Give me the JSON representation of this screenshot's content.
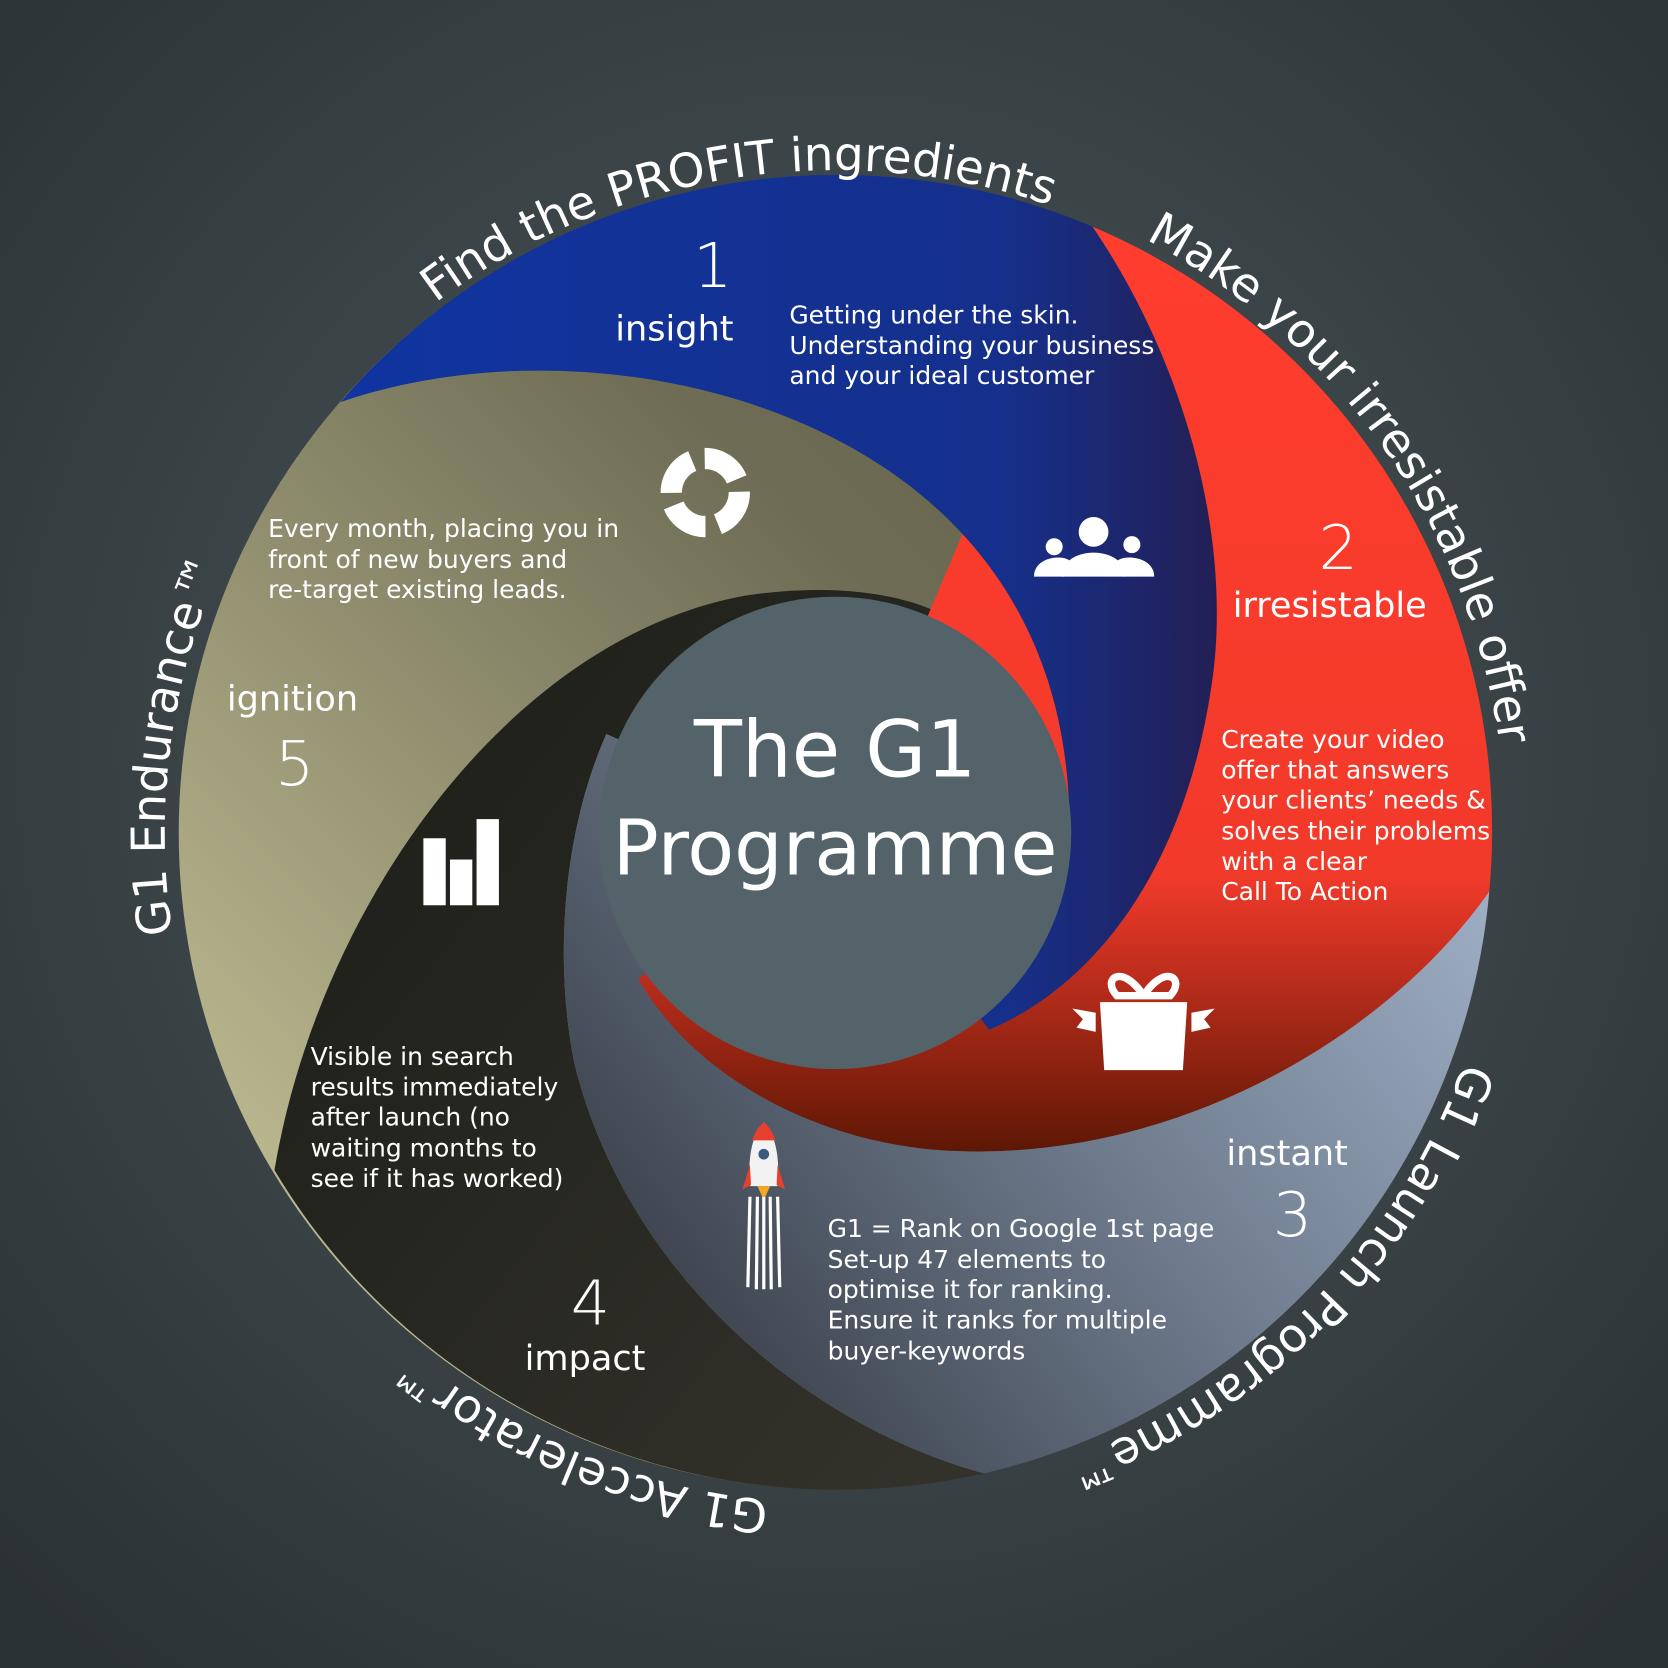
{
  "ring_labels": {
    "find": "Find the PROFIT ingredients",
    "make": "Make your irresistable offer",
    "launch": "G1 Launch Programme™",
    "accelerator": "G1 Accelerator™",
    "endurance": "G1 Endurance™"
  },
  "center": {
    "line1": "The G1",
    "line2": "Programme"
  },
  "stages": [
    {
      "number": "1",
      "label": "insight",
      "icon": "people-icon",
      "desc": [
        "Getting under the skin.",
        "Understanding your business",
        "and your ideal customer"
      ]
    },
    {
      "number": "2",
      "label": "irresistable",
      "icon": "gift-icon",
      "desc": [
        "Create your video",
        "offer that answers",
        "your clients’ needs &",
        "solves their problems",
        "with a clear",
        "Call To Action"
      ]
    },
    {
      "number": "3",
      "label": "instant",
      "icon": "rocket-icon",
      "desc": [
        "G1 = Rank on Google 1st page",
        "Set-up 47 elements to",
        "optimise it for ranking.",
        "Ensure it ranks for multiple",
        "buyer-keywords"
      ]
    },
    {
      "number": "4",
      "label": "impact",
      "icon": "bar-chart-icon",
      "desc": [
        "Visible in search",
        "results immediately",
        "after launch (no",
        "waiting months to",
        "see if it has worked)"
      ]
    },
    {
      "number": "5",
      "label": "ignition",
      "icon": "cycle-icon",
      "desc": [
        "Every month, placing you in",
        "front of new buyers and",
        "re-target existing leads."
      ]
    }
  ],
  "colors": {
    "blue": "#13308f",
    "red": "#ff3b2d",
    "grey": "#9aabc3",
    "dark": "#24241f",
    "khaki": "#a8a782",
    "center": "#536369"
  }
}
